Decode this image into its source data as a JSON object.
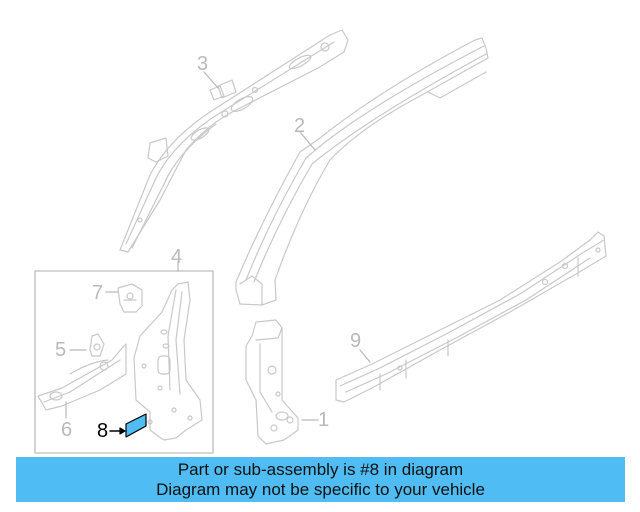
{
  "diagram": {
    "callouts": [
      {
        "id": "1",
        "label": "1",
        "highlighted": false
      },
      {
        "id": "2",
        "label": "2",
        "highlighted": false
      },
      {
        "id": "3",
        "label": "3",
        "highlighted": false
      },
      {
        "id": "4",
        "label": "4",
        "highlighted": false
      },
      {
        "id": "5",
        "label": "5",
        "highlighted": false
      },
      {
        "id": "6",
        "label": "6",
        "highlighted": false
      },
      {
        "id": "7",
        "label": "7",
        "highlighted": false
      },
      {
        "id": "8",
        "label": "8",
        "highlighted": true
      },
      {
        "id": "9",
        "label": "9",
        "highlighted": false
      }
    ],
    "colors": {
      "line_art": "#c8c8c8",
      "callout_text": "#b9b9b9",
      "highlight_fill": "#4fbcf3",
      "highlight_text": "#000000",
      "banner_bg": "#4fbcf3"
    }
  },
  "banner": {
    "line1": "Part or sub-assembly is #8 in diagram",
    "line2": "Diagram may not be specific to your vehicle"
  }
}
